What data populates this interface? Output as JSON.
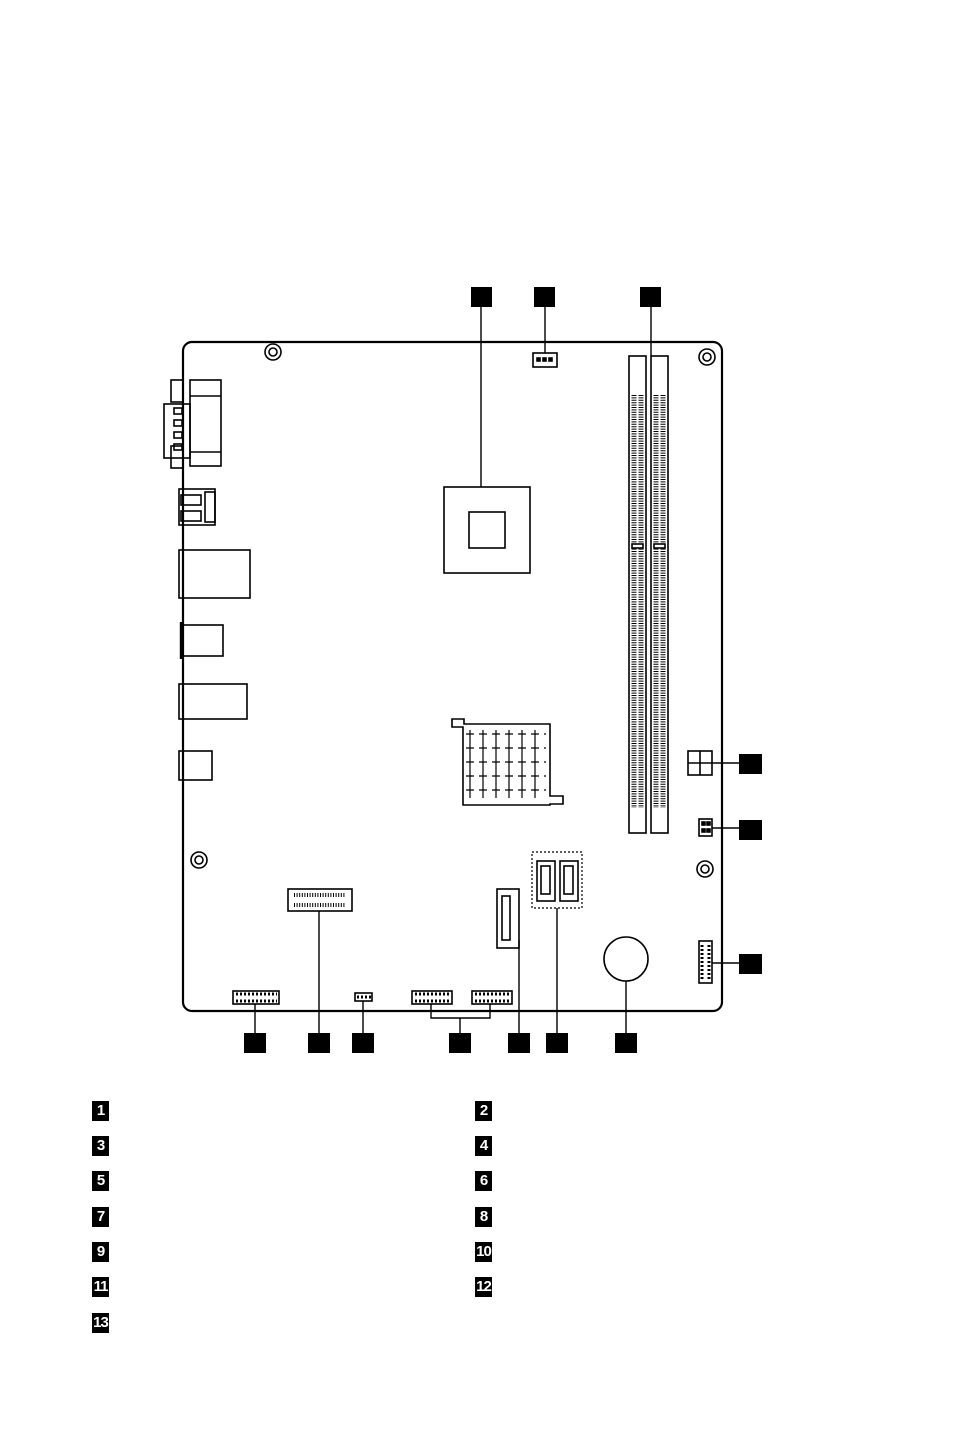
{
  "diagram": {
    "callouts": [
      "",
      "",
      "",
      "",
      "",
      "",
      "",
      "",
      "",
      "",
      "",
      "",
      ""
    ]
  },
  "legend": {
    "items": [
      {
        "number": "1",
        "label": ""
      },
      {
        "number": "2",
        "label": ""
      },
      {
        "number": "3",
        "label": ""
      },
      {
        "number": "4",
        "label": ""
      },
      {
        "number": "5",
        "label": ""
      },
      {
        "number": "6",
        "label": ""
      },
      {
        "number": "7",
        "label": ""
      },
      {
        "number": "8",
        "label": ""
      },
      {
        "number": "9",
        "label": ""
      },
      {
        "number": "10",
        "label": ""
      },
      {
        "number": "11",
        "label": ""
      },
      {
        "number": "12",
        "label": ""
      },
      {
        "number": "13",
        "label": ""
      }
    ]
  }
}
